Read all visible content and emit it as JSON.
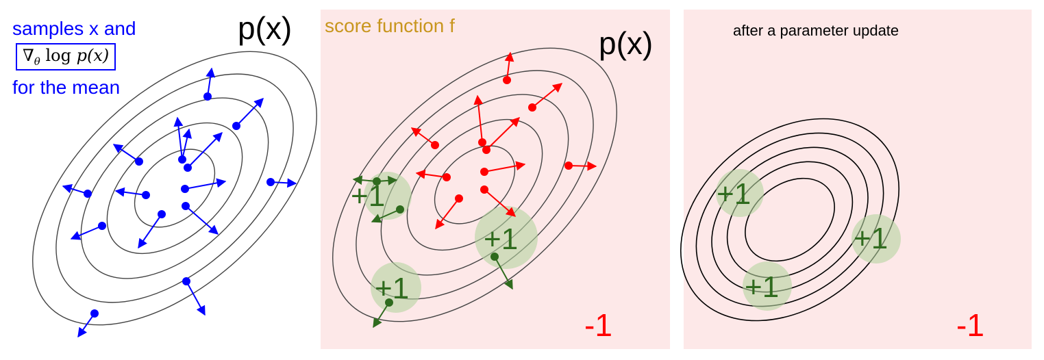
{
  "panel1": {
    "label_line1": "samples x and",
    "formula_nabla": "∇",
    "formula_theta": "θ",
    "formula_log": "log",
    "formula_p": "p",
    "formula_paren": "(x)",
    "label_line3": "for the mean",
    "px_label": "p(x)",
    "color": "#0000ff"
  },
  "panel2": {
    "title": "score function f",
    "px_label": "p(x)",
    "plus_label": "+1",
    "minus_label": "-1",
    "title_color": "#c8961e",
    "arrow_color": "#ff0000",
    "positive_color": "#2f6b1e"
  },
  "panel3": {
    "title": "after a parameter update",
    "plus_label": "+1",
    "minus_label": "-1"
  }
}
